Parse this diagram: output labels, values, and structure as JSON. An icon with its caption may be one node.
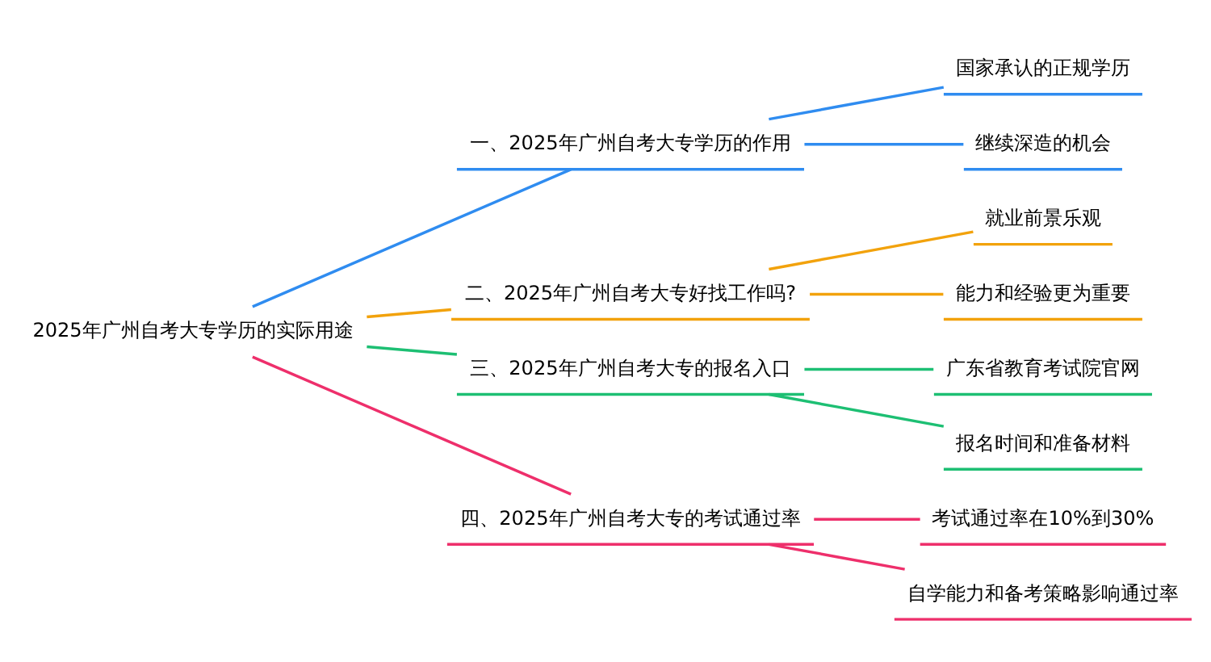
{
  "diagram": {
    "nodes": [
      {
        "text": [
          "2025年广州自考大专学历的实际用途"
        ]
      },
      {
        "text": [
          "一、2025年广州自考大专学历的作用"
        ]
      },
      {
        "text": [
          "国家承认的正规学历"
        ]
      },
      {
        "text": [
          "继续深造的机会"
        ]
      },
      {
        "text": [
          "二、2025年广州自考大专好找工作吗?"
        ]
      },
      {
        "text": [
          "就业前景乐观"
        ]
      },
      {
        "text": [
          "能力和经验更为重要"
        ]
      },
      {
        "text": [
          "三、2025年广州自考大专的报名入口"
        ]
      },
      {
        "text": [
          "广东省教育考试院官网"
        ]
      },
      {
        "text": [
          "报名时间和准备材料"
        ]
      },
      {
        "text": [
          "四、2025年广州自考大专的考试通过率"
        ]
      },
      {
        "text": [
          "考试通过率在10%到30%"
        ]
      },
      {
        "text": [
          "自学能力和备考策略影响通过率"
        ]
      }
    ],
    "edges": [
      {
        "from": 0,
        "to": 1,
        "arrow": "none",
        "color": "#2f8cf0"
      },
      {
        "from": 1,
        "to": 2,
        "arrow": "none",
        "color": "#2f8cf0"
      },
      {
        "from": 1,
        "to": 3,
        "arrow": "none",
        "color": "#2f8cf0"
      },
      {
        "from": 0,
        "to": 4,
        "arrow": "none",
        "color": "#f2a20c"
      },
      {
        "from": 4,
        "to": 5,
        "arrow": "none",
        "color": "#f2a20c"
      },
      {
        "from": 4,
        "to": 6,
        "arrow": "none",
        "color": "#f2a20c"
      },
      {
        "from": 0,
        "to": 7,
        "arrow": "none",
        "color": "#1dbf73"
      },
      {
        "from": 7,
        "to": 8,
        "arrow": "none",
        "color": "#1dbf73"
      },
      {
        "from": 7,
        "to": 9,
        "arrow": "none",
        "color": "#1dbf73"
      },
      {
        "from": 0,
        "to": 10,
        "arrow": "none",
        "color": "#ee2f6b"
      },
      {
        "from": 10,
        "to": 11,
        "arrow": "none",
        "color": "#ee2f6b"
      },
      {
        "from": 10,
        "to": 12,
        "arrow": "none",
        "color": "#ee2f6b"
      }
    ]
  }
}
